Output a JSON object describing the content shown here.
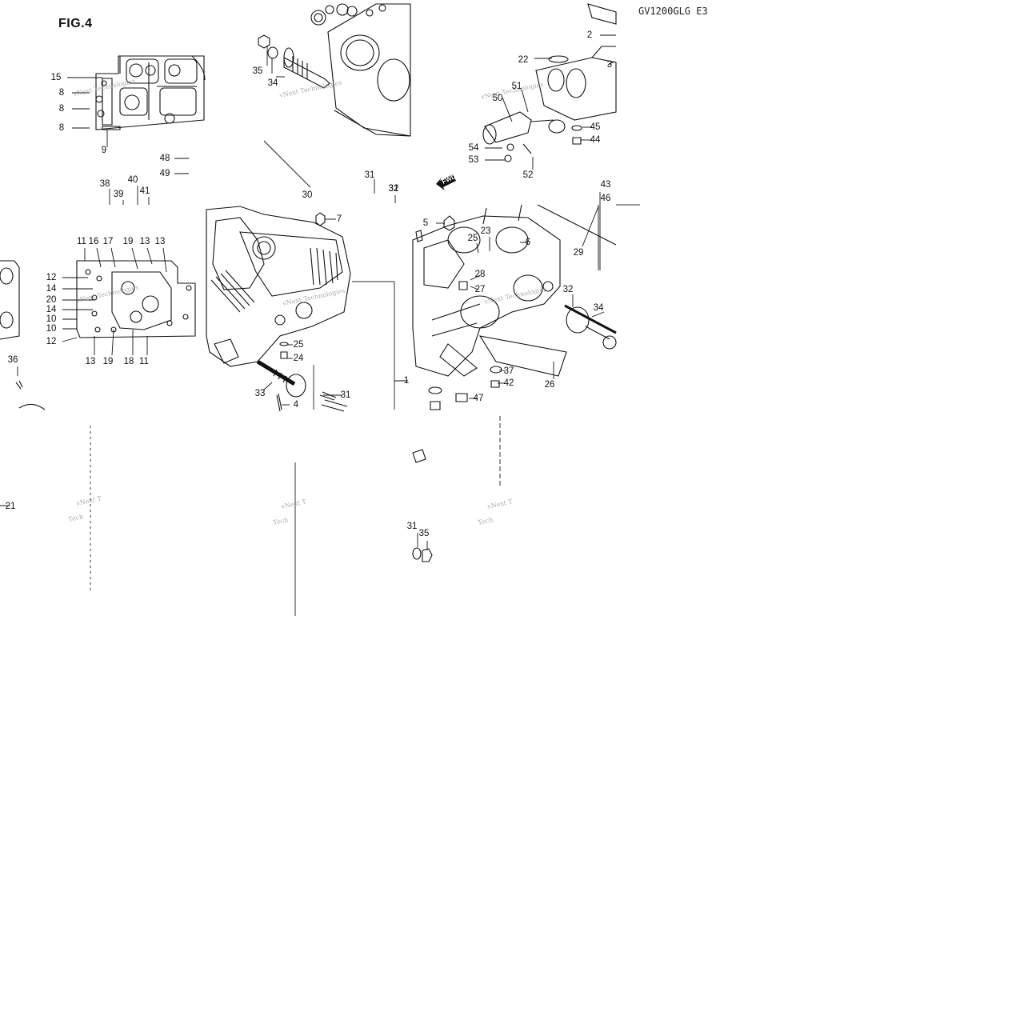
{
  "diagram": {
    "fig_title": "FIG.4",
    "model_code": "GV1200GLG E3",
    "fwd_label": "FWD",
    "watermark": [
      "vNext Technologies",
      "vNext T",
      "Tech"
    ],
    "colors": {
      "ink": "#111111",
      "paper": "#ffffff",
      "watermark": "#888888"
    },
    "callouts": [
      "1",
      "2",
      "3",
      "4",
      "5",
      "6",
      "7",
      "8",
      "8",
      "8",
      "9",
      "10",
      "10",
      "11",
      "11",
      "12",
      "12",
      "13",
      "13",
      "13",
      "14",
      "14",
      "15",
      "16",
      "17",
      "18",
      "19",
      "19",
      "20",
      "21",
      "22",
      "23",
      "24",
      "25",
      "25",
      "26",
      "27",
      "28",
      "29",
      "30",
      "31",
      "31",
      "31",
      "31",
      "32",
      "32",
      "33",
      "34",
      "34",
      "35",
      "35",
      "36",
      "37",
      "38",
      "39",
      "40",
      "41",
      "42",
      "43",
      "44",
      "45",
      "46",
      "47",
      "48",
      "49",
      "50",
      "51",
      "52",
      "53",
      "54"
    ]
  }
}
